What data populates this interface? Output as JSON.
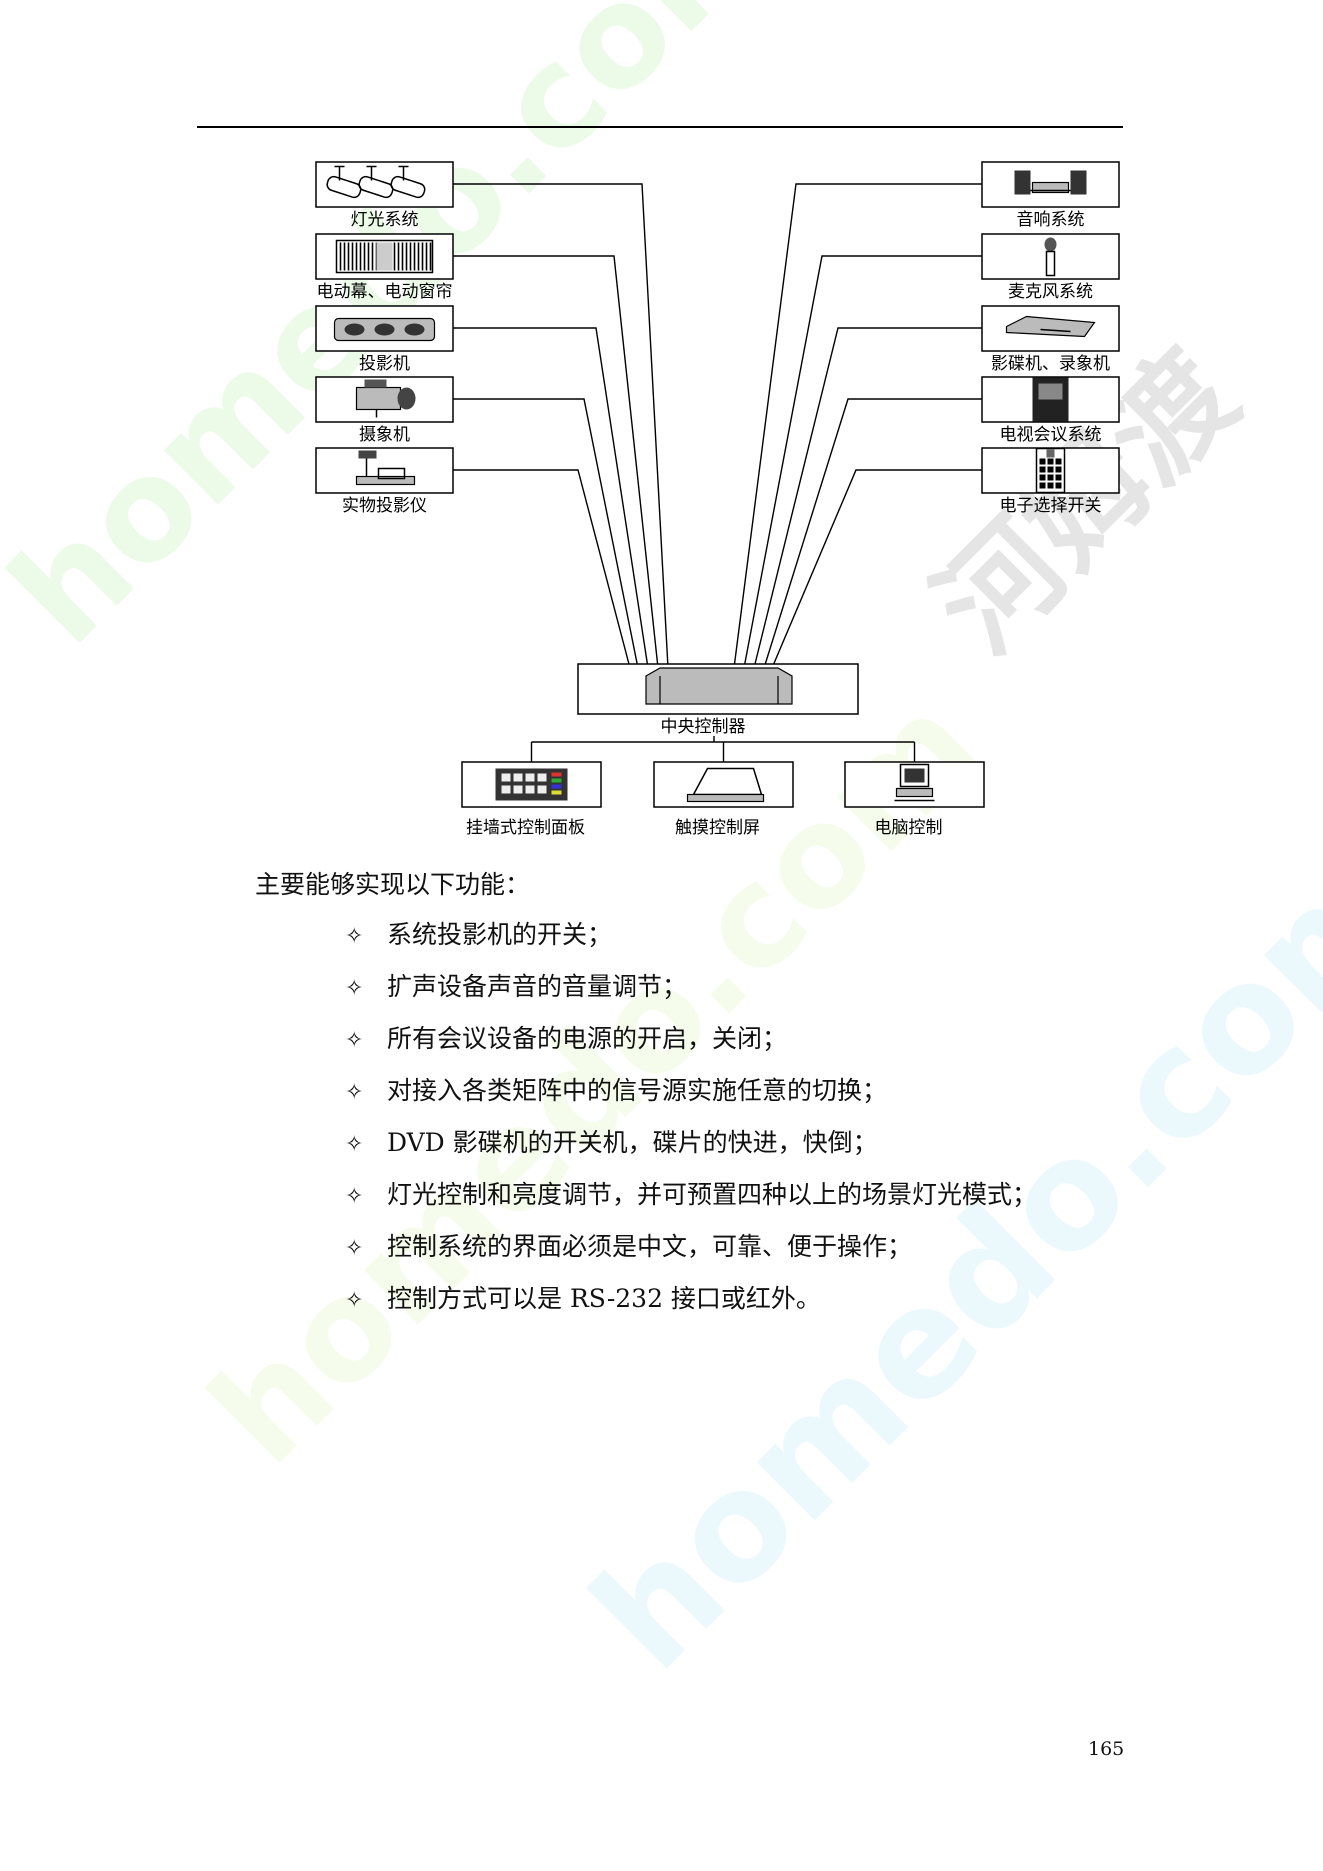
{
  "diagram": {
    "left_devices": [
      {
        "label": "灯光系统",
        "icon": "lamps-icon"
      },
      {
        "label": "电动幕、电动窗帘",
        "icon": "curtain-icon"
      },
      {
        "label": "投影机",
        "icon": "projector-icon"
      },
      {
        "label": "摄象机",
        "icon": "camera-icon"
      },
      {
        "label": "实物投影仪",
        "icon": "visualizer-icon"
      }
    ],
    "right_devices": [
      {
        "label": "音响系统",
        "icon": "speakers-icon"
      },
      {
        "label": "麦克风系统",
        "icon": "microphone-icon"
      },
      {
        "label": "影碟机、录象机",
        "icon": "dvd-player-icon"
      },
      {
        "label": "电视会议系统",
        "icon": "video-conference-icon"
      },
      {
        "label": "电子选择开关",
        "icon": "switch-icon"
      }
    ],
    "center": {
      "label": "中央控制器"
    },
    "bottom_devices": [
      {
        "label": "挂墙式控制面板",
        "icon": "wall-panel-icon"
      },
      {
        "label": "触摸控制屏",
        "icon": "touch-screen-icon"
      },
      {
        "label": "电脑控制",
        "icon": "computer-icon"
      }
    ]
  },
  "intro": "主要能够实现以下功能：",
  "bullet_glyph": "✧",
  "features": [
    "系统投影机的开关；",
    "扩声设备声音的音量调节；",
    "所有会议设备的电源的开启，关闭；",
    "对接入各类矩阵中的信号源实施任意的切换；",
    "DVD 影碟机的开关机，碟片的快进，快倒；",
    "灯光控制和亮度调节，并可预置四种以上的场景灯光模式；",
    "控制系统的界面必须是中文，可靠、便于操作；",
    "控制方式可以是 RS-232 接口或红外。"
  ],
  "page_number": "165",
  "watermark": {
    "brand": "河姆渡",
    "url": "homedo.com"
  }
}
